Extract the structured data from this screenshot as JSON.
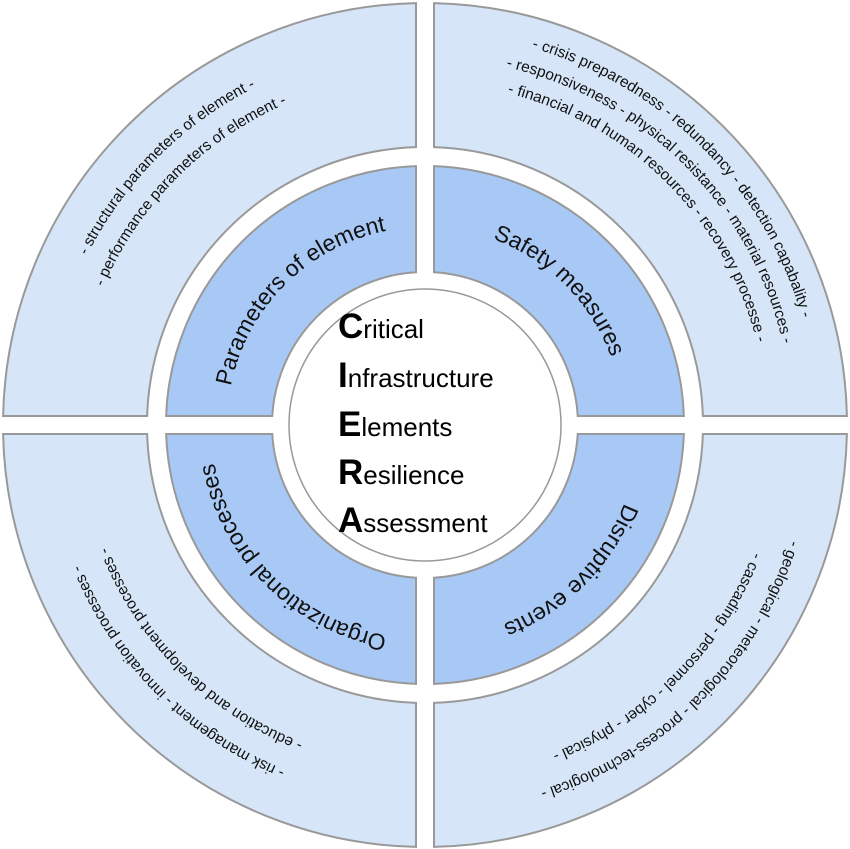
{
  "diagram": {
    "type": "concentric-quadrant-wheel",
    "center": {
      "acronym_lines": [
        {
          "initial": "C",
          "rest": "ritical"
        },
        {
          "initial": "I",
          "rest": "nfrastructure"
        },
        {
          "initial": "E",
          "rest": "lements"
        },
        {
          "initial": "R",
          "rest": "esilience"
        },
        {
          "initial": "A",
          "rest": "ssessment"
        }
      ]
    },
    "quadrants": {
      "top_left": {
        "title": "Parameters of element",
        "items": [
          "- structural parameters of element -",
          "- performance parameters of element -"
        ]
      },
      "top_right": {
        "title": "Safety measures",
        "items": [
          "- crisis preparedness - redundancy - detection capabality -",
          "- responsiveness - physical resistance - material resources -",
          "- financial and human resources - recovery processe -"
        ]
      },
      "bottom_right": {
        "title": "Disruptive events",
        "items": [
          "- geological - meteorological - process-technological -",
          "- cascading - personnel - cyber - physical -"
        ]
      },
      "bottom_left": {
        "title": "Organizational processes",
        "items": [
          "- education and development processes -",
          "- risk management - innovation processes -"
        ]
      }
    },
    "colors": {
      "outer_ring": "#d6e6f8",
      "inner_ring": "#a8c8f5",
      "border": "#999999",
      "text": "#111111"
    }
  }
}
